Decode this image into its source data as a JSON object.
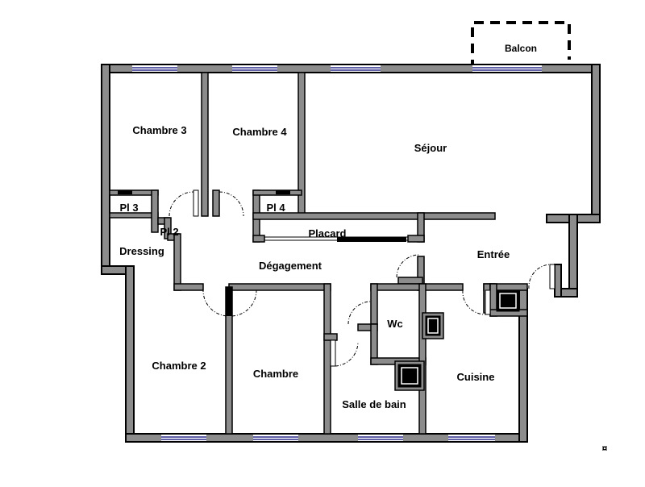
{
  "rooms": {
    "balcon": "Balcon",
    "chambre3": "Chambre 3",
    "chambre4": "Chambre 4",
    "sejour": "Séjour",
    "pl3": "Pl 3",
    "pl4": "Pl 4",
    "pl2": "Pl 2",
    "placard": "Placard",
    "dressing": "Dressing",
    "degagement": "Dégagement",
    "entree": "Entrée",
    "wc": "Wc",
    "chambre2": "Chambre 2",
    "chambre": "Chambre",
    "salle_de_bain": "Salle de bain",
    "cuisine": "Cuisine"
  },
  "icons": {
    "corner_mark": "¤"
  }
}
